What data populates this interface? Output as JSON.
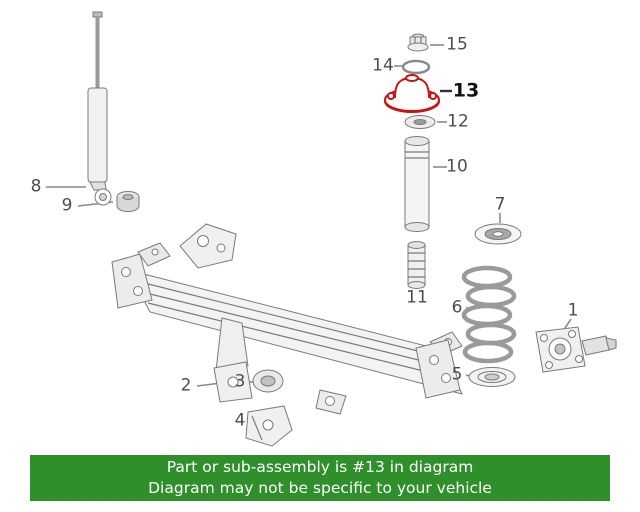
{
  "colors": {
    "line": "#7a7a7a",
    "label": "#4d4d4d",
    "highlight_label": "#111111",
    "highlight_part": "#cc1111",
    "banner_bg": "#2f8f2b",
    "banner_text": "#ffffff"
  },
  "labels": {
    "1": "1",
    "2": "2",
    "3": "3",
    "4": "4",
    "5": "5",
    "6": "6",
    "7": "7",
    "8": "8",
    "9": "9",
    "10": "10",
    "11": "11",
    "12": "12",
    "13": "13",
    "14": "14",
    "15": "15"
  },
  "highlighted_part": "13",
  "banner": {
    "line1": "Part or sub-assembly is #13 in diagram",
    "line2": "Diagram may not be specific to your vehicle"
  }
}
